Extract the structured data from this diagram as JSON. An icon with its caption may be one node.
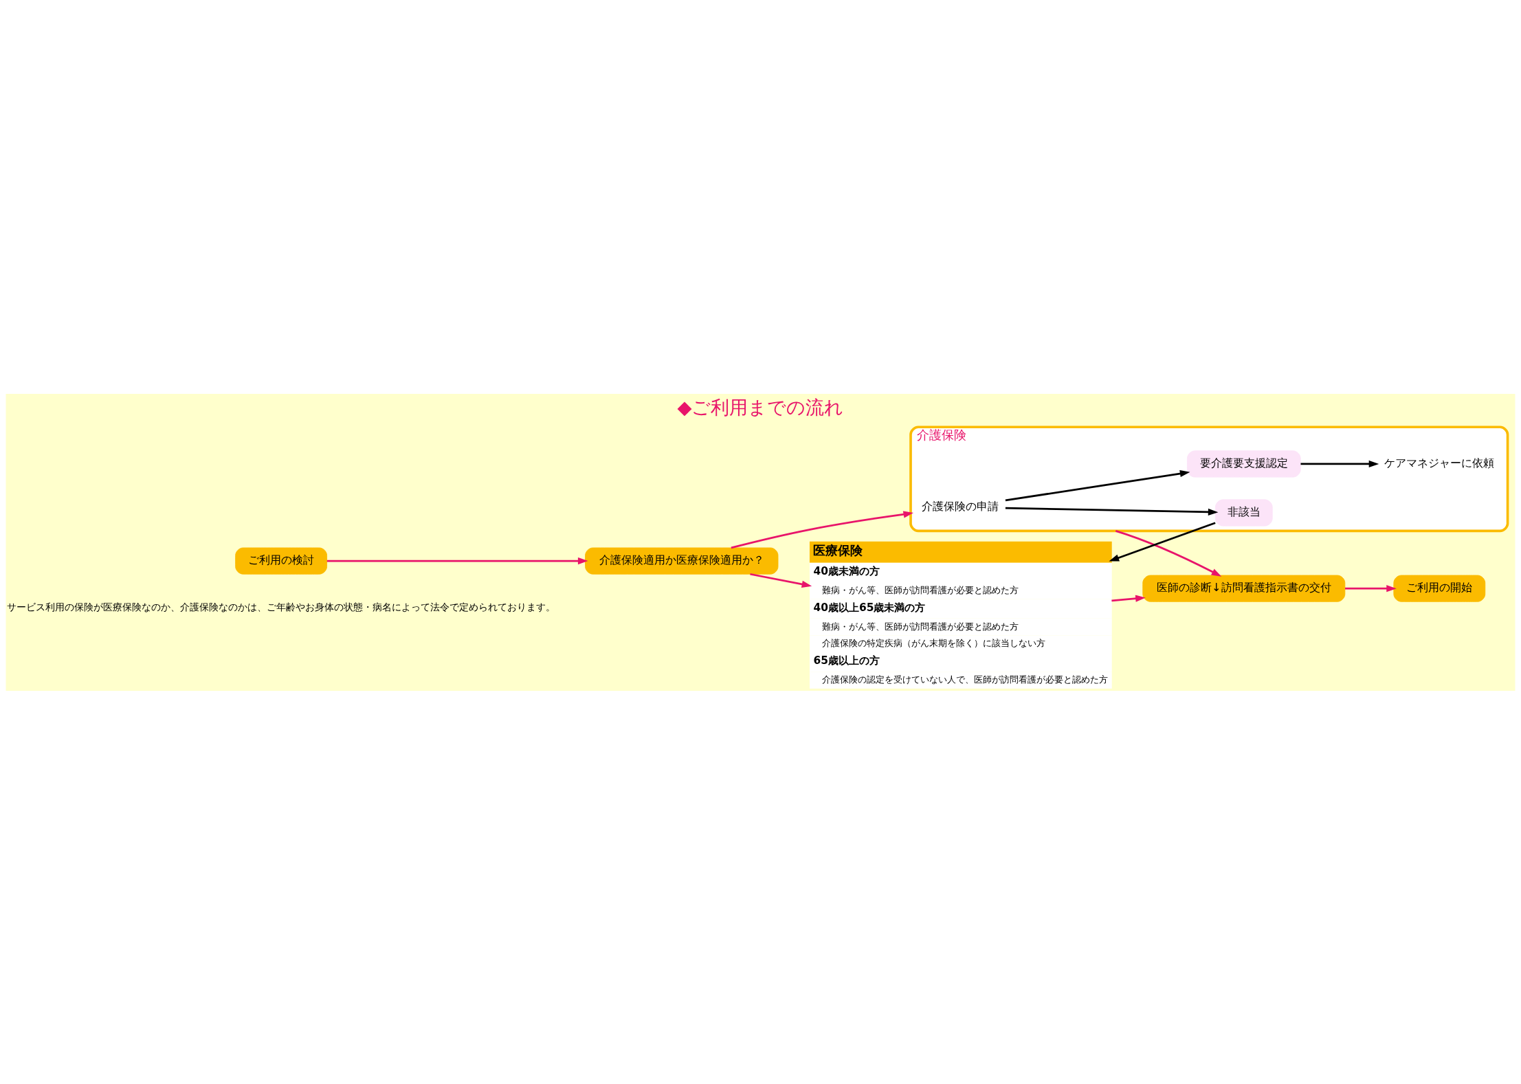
{
  "diagram": {
    "title": "◆ご利用までの流れ",
    "caption": "サービス利用の保険が医療保険なのか、介護保険なのかは、ご年齢やお身体の状態・病名によって法令で定められております。",
    "nodes": [
      {
        "text": [
          "ご利用の検討"
        ]
      },
      {
        "text": [
          "介護保険適用か医療保険適用か？"
        ]
      },
      {
        "text": [
          "医療保険",
          "40歳未満の方",
          "難病・がん等、医師が訪問看護が必要と認めた方",
          "40歳以上65歳未満の方",
          "難病・がん等、医師が訪問看護が必要と認めた方",
          "介護保険の特定疾病（がん末期を除く）に該当しない方",
          "65歳以上の方",
          "介護保険の認定を受けていない人で、医師が訪問看護が必要と認めた方"
        ]
      },
      {
        "text": [
          "介護保険"
        ]
      },
      {
        "text": [
          "介護保険の申請"
        ],
        "in": 3
      },
      {
        "text": [
          "非該当"
        ],
        "in": 3
      },
      {
        "text": [
          "要介護要支援認定"
        ],
        "in": 3
      },
      {
        "text": [
          "ケアマネジャーに依頼"
        ],
        "in": 3
      },
      {
        "text": [
          "医師の診断↓訪問看護指示書の交付"
        ]
      },
      {
        "text": [
          "ご利用の開始"
        ]
      }
    ],
    "edges": [
      {
        "from": 0,
        "to": 1,
        "arrow": "to"
      },
      {
        "from": 1,
        "to": 2,
        "arrow": "to"
      },
      {
        "from": 1,
        "to": 3,
        "arrow": "to"
      },
      {
        "from": 4,
        "to": 5,
        "arrow": "to",
        "color": "#000000"
      },
      {
        "from": 4,
        "to": 6,
        "arrow": "to",
        "color": "#000000"
      },
      {
        "from": 6,
        "to": 7,
        "arrow": "to",
        "color": "#000000"
      },
      {
        "from": 5,
        "to": 2,
        "arrow": "to",
        "color": "#000000"
      },
      {
        "from": 2,
        "to": 8,
        "arrow": "to"
      },
      {
        "from": 3,
        "to": 8,
        "arrow": "to"
      },
      {
        "from": 8,
        "to": 9,
        "arrow": "to"
      }
    ]
  }
}
